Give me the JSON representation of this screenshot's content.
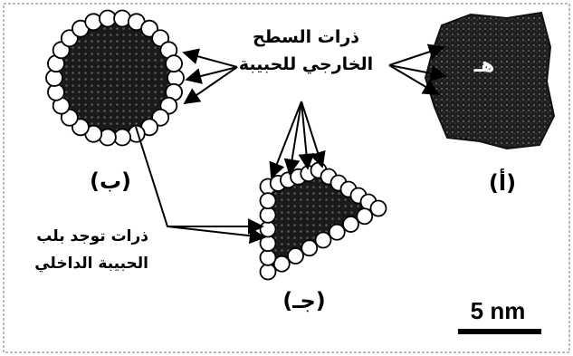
{
  "labels": {
    "surface_atoms": "ذرات السطح\nالخارجي للحبيبة",
    "inner_atoms": "ذرات توجد بلب\nالحبيبة الداخلي",
    "panel_b": "(ب)",
    "panel_a": "(أ)",
    "panel_c": "(جـ)",
    "image_marker": "هـ"
  },
  "scale_bar": {
    "text": "5 nm"
  },
  "colors": {
    "atom_fill": "#ffffff",
    "core_fill": "#1a1a1a",
    "ink": "#000000"
  }
}
